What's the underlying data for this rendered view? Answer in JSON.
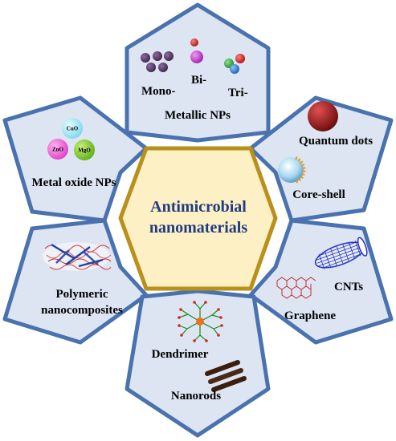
{
  "center": {
    "line1": "Antimicrobial",
    "line2": "nanomaterials"
  },
  "petals": {
    "metallic": {
      "title": "Metallic NPs",
      "mono": "Mono-",
      "bi": "Bi-",
      "tri": "Tri-"
    },
    "oxide": {
      "title": "Metal oxide NPs",
      "cuo": "CuO",
      "zno": "ZnO",
      "mgo": "MgO"
    },
    "qd": {
      "quantum": "Quantum dots",
      "core": "Core-shell"
    },
    "carbon": {
      "cnts": "CNTs",
      "graphene": "Graphene"
    },
    "polymer": {
      "line1": "Polymeric",
      "line2": "nanocomposites"
    },
    "dendrimer": {
      "dendrimer": "Dendrimer",
      "nanorods": "Nanorods"
    }
  },
  "colors": {
    "petal_fill": "#dde5f3",
    "petal_stroke": "#4a72ae",
    "hex_fill": "#fdf0c4",
    "hex_stroke": "#b8901a",
    "center_text": "#1f3b82"
  }
}
